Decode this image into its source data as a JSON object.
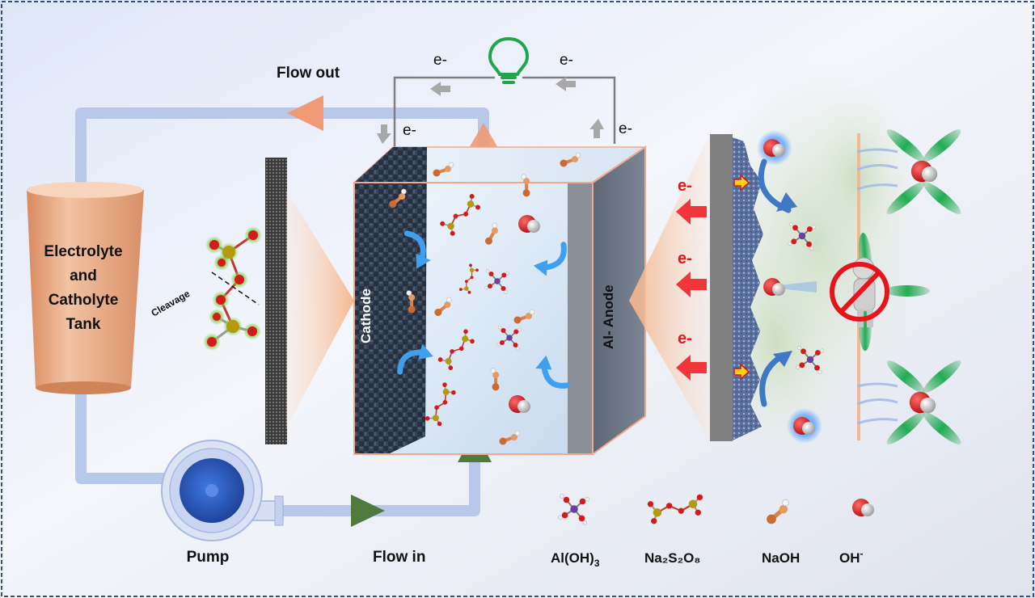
{
  "labels": {
    "flow_out": "Flow out",
    "flow_in": "Flow in",
    "pump": "Pump",
    "tank": [
      "Electrolyte",
      "and",
      "Catholyte",
      "Tank"
    ],
    "cleavage": "Cleavage",
    "cathode": "Cathode",
    "anode": "Al- Anode",
    "electron": "e-"
  },
  "legend": [
    {
      "formula": "Al(OH)",
      "sub": "3",
      "icon": "al-oh3-molecule-icon"
    },
    {
      "formula": "Na₂S₂O₈",
      "icon": "persulfate-molecule-icon"
    },
    {
      "formula": "NaOH",
      "icon": "naoh-molecule-icon"
    },
    {
      "formula": "OH",
      "sup": "-",
      "icon": "hydroxide-ion-icon"
    }
  ],
  "colors": {
    "pipe": "#b8c8ea",
    "tank": "#e9a57e",
    "pump": "#2b5fc4",
    "bulb": "#1fa64a",
    "electron_red": "#e8141c",
    "circuit": "#7f7f7f",
    "frame_border": "#2f4f8f"
  }
}
